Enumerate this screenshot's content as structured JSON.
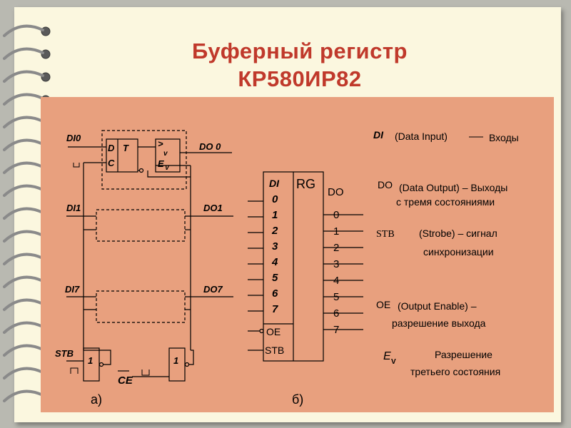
{
  "title": {
    "line1": "Буферный  регистр",
    "line2": "КР580ИР82"
  },
  "diagram_a": {
    "caption": "а)",
    "inputs": [
      "DI0",
      "DI1",
      "DI7"
    ],
    "outputs": [
      "DO 0",
      "DO1",
      "DO7"
    ],
    "latch_d": "D",
    "latch_t": "T",
    "latch_c": "C",
    "buffer_gt": ">",
    "buffer_v": "v",
    "buffer_e": "E",
    "buffer_e_sub": "V",
    "stb_label": "STB",
    "ce_label": "CE",
    "gate_one": "1"
  },
  "diagram_b": {
    "caption": "б)",
    "di_header": "DI",
    "rg_header": "RG",
    "do_header": "DO",
    "di_pins": [
      "0",
      "1",
      "2",
      "3",
      "4",
      "5",
      "6",
      "7"
    ],
    "do_pins": [
      "0",
      "1",
      "2",
      "3",
      "4",
      "5",
      "6",
      "7"
    ],
    "oe_label": "OE",
    "stb_label": "STB"
  },
  "legend": {
    "di_abbr": "DI",
    "di_text": "(Data  Input) ",
    "di_meaning": "Входы",
    "do_abbr": "DO",
    "do_text": "(Data  Output) – Выходы",
    "do_line2": "с  тремя  состояниями",
    "stb_abbr": "STB",
    "stb_text": "(Strobe) – сигнал",
    "stb_line2": "синхронизации",
    "oe_abbr": "OE",
    "oe_text": "(Output  Enable) –",
    "oe_line2": "разрешение  выхода",
    "ev_abbr": "E",
    "ev_sub": "V",
    "ev_text": "Разрешение",
    "ev_line2": "третьего  состояния"
  }
}
